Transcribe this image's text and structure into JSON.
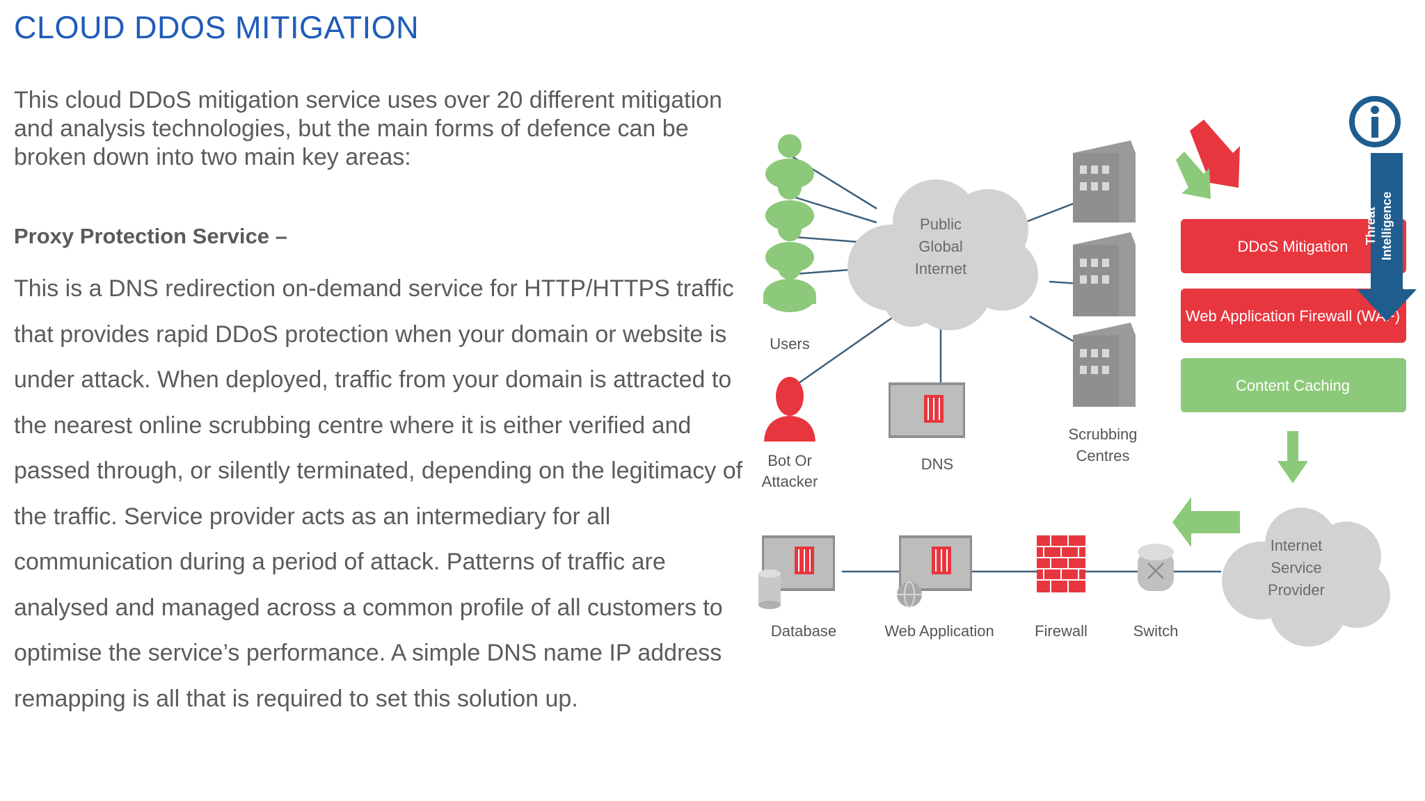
{
  "slide": {
    "title": "CLOUD DDOS MITIGATION",
    "intro": "This cloud DDoS mitigation service uses over 20 different mitigation and analysis technologies, but the main forms of defence can be broken down into two main key areas:",
    "subheading": "Proxy Protection Service –",
    "body": "This is a DNS redirection on-demand service for HTTP/HTTPS traffic that provides rapid DDoS protection when your domain or website is under attack. When deployed, traffic from your domain is attracted to the nearest online scrubbing centre where it is either verified and passed through, or silently terminated, depending on the legitimacy of the traffic. Service provider acts as an intermediary for all communication during a period of attack. Patterns of traffic are analysed and managed across a common profile of all customers to optimise the service’s performance. A simple DNS name IP address remapping is all that is required to set this solution up."
  },
  "diagram": {
    "cloud_public": [
      "Public",
      "Global",
      "Internet"
    ],
    "users": "Users",
    "attacker": [
      "Bot Or",
      "Attacker"
    ],
    "dns": "DNS",
    "scrubbing": [
      "Scrubbing",
      "Centres"
    ],
    "ddos_mitigation": "DDoS Mitigation",
    "waf": "Web Application Firewall (WAF)",
    "content_caching": "Content Caching",
    "threat_intelligence": [
      "Threat",
      "Intelligence"
    ],
    "cloud_isp": [
      "Internet",
      "Service",
      "Provider"
    ],
    "database": "Database",
    "web_application": "Web Application",
    "firewall": "Firewall",
    "switch": "Switch",
    "colors": {
      "green": "#8cc97a",
      "red": "#e8363f",
      "gray": "#d2d2d2",
      "dark_gray": "#8f8f8f",
      "blue": "#1f5d8f"
    }
  }
}
